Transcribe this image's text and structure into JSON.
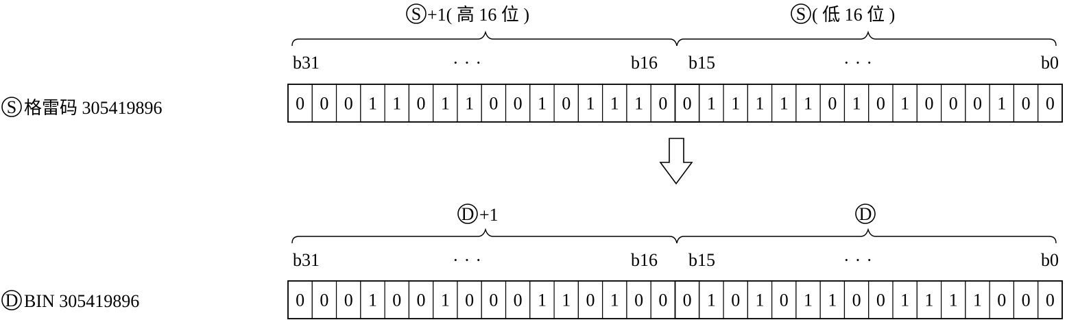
{
  "source": {
    "circle_letter": "S",
    "label": "格雷码 305419896",
    "high_group": {
      "circle_letter": "S",
      "text": "+1( 高 16 位 )"
    },
    "low_group": {
      "circle_letter": "S",
      "text": "( 低 16 位 )"
    },
    "bit_labels": {
      "b31": "b31",
      "b16": "b16",
      "b15": "b15",
      "b0": "b0",
      "dots": "···"
    },
    "bits": [
      0,
      0,
      0,
      1,
      1,
      0,
      1,
      1,
      0,
      0,
      1,
      0,
      1,
      1,
      1,
      0,
      0,
      1,
      1,
      1,
      1,
      1,
      0,
      1,
      0,
      1,
      0,
      0,
      0,
      1,
      0,
      0
    ]
  },
  "dest": {
    "circle_letter": "D",
    "label": "BIN 305419896",
    "high_group": {
      "circle_letter": "D",
      "text": "+1"
    },
    "low_group": {
      "circle_letter": "D",
      "text": ""
    },
    "bit_labels": {
      "b31": "b31",
      "b16": "b16",
      "b15": "b15",
      "b0": "b0",
      "dots": "···"
    },
    "bits": [
      0,
      0,
      0,
      1,
      0,
      0,
      1,
      0,
      0,
      0,
      1,
      1,
      0,
      1,
      0,
      0,
      0,
      1,
      0,
      1,
      0,
      1,
      1,
      0,
      0,
      1,
      1,
      1,
      1,
      0,
      0,
      0
    ]
  },
  "arrow": {
    "icon": "down-arrow-icon"
  }
}
